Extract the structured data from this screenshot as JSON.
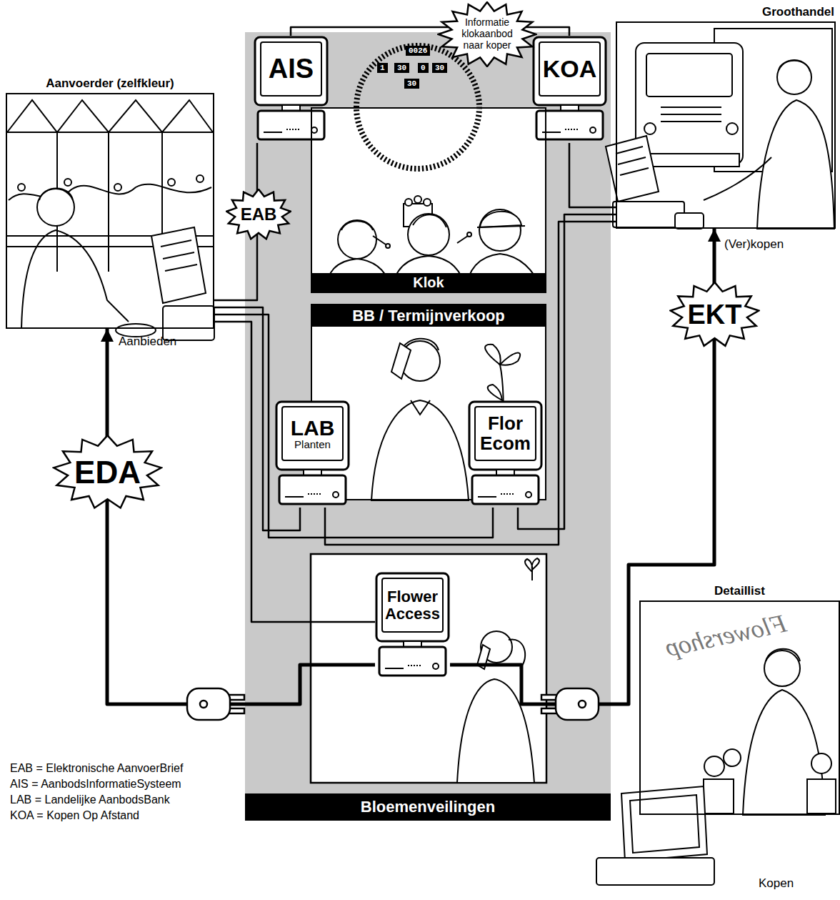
{
  "diagram": {
    "nodes": [
      {
        "text": [
          "Bloemenveilingen"
        ]
      },
      {
        "text": [
          "AIS"
        ],
        "in": 0
      },
      {
        "text": [
          "KOA"
        ],
        "in": 0
      },
      {
        "text": [
          "Klok"
        ],
        "in": 0
      },
      {
        "text": [
          "BB / Termijnverkoop"
        ],
        "in": 0
      },
      {
        "text": [
          "LAB",
          "Planten"
        ],
        "in": 4
      },
      {
        "text": [
          "Flor Ecom"
        ],
        "in": 4
      },
      {
        "text": [
          "Flower Access"
        ],
        "in": 0
      },
      {
        "text": [
          "Groothandel"
        ]
      },
      {
        "text": [
          "Aanvoerder (zelfkleur)"
        ]
      },
      {
        "text": [
          "Detaillist"
        ]
      }
    ],
    "edges": [
      {
        "from": 9,
        "to": 1,
        "label": "EAB",
        "arrow": "none"
      },
      {
        "from": 1,
        "to": 2,
        "label": "Informatie klokaanbod naar koper",
        "arrow": "none"
      },
      {
        "from": 9,
        "to": 5,
        "arrow": "none"
      },
      {
        "from": 9,
        "to": 6,
        "arrow": "none"
      },
      {
        "from": 9,
        "to": 7,
        "arrow": "none"
      },
      {
        "from": 8,
        "to": 2,
        "arrow": "none"
      },
      {
        "from": 8,
        "to": 6,
        "arrow": "none"
      },
      {
        "from": 8,
        "to": 5,
        "arrow": "none"
      },
      {
        "from": 7,
        "to": 9,
        "label": "EDA",
        "arrow": "to"
      },
      {
        "from": 7,
        "to": 8,
        "label": "EKT",
        "arrow": "to"
      }
    ],
    "labels": [
      "0026",
      "1",
      "30",
      "0",
      "30",
      "30",
      "(Ver)kopen",
      "Aanbieden",
      "Kopen",
      "Flowershop"
    ],
    "legend": [
      {
        "text": "EAB = Elektronische AanvoerBrief"
      },
      {
        "text": "AIS = AanbodsInformatieSysteem"
      },
      {
        "text": "LAB = Landelijke AanbodsBank"
      },
      {
        "text": "KOA = Kopen Op Afstand"
      }
    ]
  }
}
